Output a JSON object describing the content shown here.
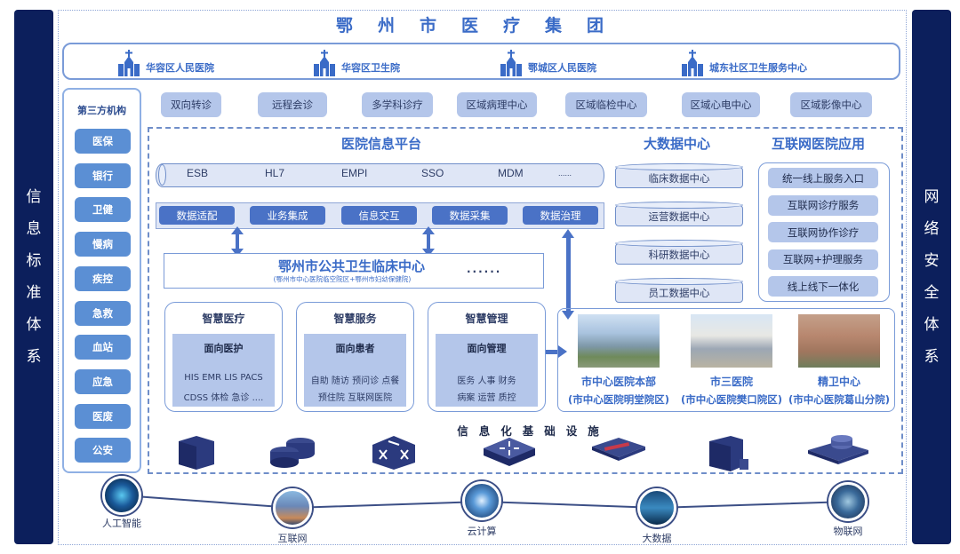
{
  "title": "鄂州市医疗集团",
  "left_pillar": [
    "信",
    "息",
    "标",
    "准",
    "体",
    "系"
  ],
  "right_pillar": [
    "网",
    "络",
    "安",
    "全",
    "体",
    "系"
  ],
  "member_hospitals": [
    "华容区人民医院",
    "华容区卫生院",
    "鄂城区人民医院",
    "城东社区卫生服务中心"
  ],
  "third_party": {
    "title": "第三方机构",
    "items": [
      "医保",
      "银行",
      "卫健",
      "慢病",
      "疾控",
      "急救",
      "血站",
      "应急",
      "医废",
      "公安"
    ]
  },
  "services": [
    "双向转诊",
    "远程会诊",
    "多学科诊疗",
    "区域病理中心",
    "区域临检中心",
    "区域心电中心",
    "区域影像中心"
  ],
  "platform": {
    "title": "医院信息平台",
    "pipe_items": [
      "ESB",
      "HL7",
      "EMPI",
      "SSO",
      "MDM",
      "......"
    ],
    "integration": [
      "数据适配",
      "业务集成",
      "信息交互",
      "数据采集",
      "数据治理"
    ]
  },
  "clinical_center": {
    "title": "鄂州市公共卫生临床中心",
    "subtitle": "(鄂州市中心医院临空院区+鄂州市妇幼保健院)",
    "more": "......"
  },
  "smart": [
    {
      "title": "智慧医疗",
      "sub": "面向医护",
      "lines": [
        "HIS  EMR  LIS  PACS",
        "CDSS 体检 急诊 ...."
      ]
    },
    {
      "title": "智慧服务",
      "sub": "面向患者",
      "lines": [
        "自助 随访 预问诊 点餐",
        "预住院  互联网医院"
      ]
    },
    {
      "title": "智慧管理",
      "sub": "面向管理",
      "lines": [
        "医务 人事 财务",
        "病案 运营 质控"
      ]
    }
  ],
  "big_data": {
    "title": "大数据中心",
    "items": [
      "临床数据中心",
      "运营数据中心",
      "科研数据中心",
      "员工数据中心"
    ]
  },
  "internet_hospital": {
    "title": "互联网医院应用",
    "items": [
      "统一线上服务入口",
      "互联网诊疗服务",
      "互联网协作诊疗",
      "互联网+护理服务",
      "线上线下一体化"
    ]
  },
  "campuses": [
    {
      "name": "市中心医院本部",
      "sub": "(市中心医院明堂院区)"
    },
    {
      "name": "市三医院",
      "sub": "(市中心医院樊口院区)"
    },
    {
      "name": "精卫中心",
      "sub": "(市中心医院葛山分院)"
    }
  ],
  "infrastructure": {
    "title": "信息化基础设施",
    "devices": [
      "server-icon",
      "storage-icon",
      "core-switch-icon",
      "router-icon",
      "firewall-icon",
      "host-icon",
      "disk-array-icon"
    ]
  },
  "technologies": [
    "人工智能",
    "互联网",
    "云计算",
    "大数据",
    "物联网"
  ],
  "colors": {
    "pillar": "#0c1f5c",
    "accent": "#3a6bc7",
    "button": "#5b8fd4",
    "pill": "#b4c6ea",
    "integration": "#4a72c6"
  }
}
